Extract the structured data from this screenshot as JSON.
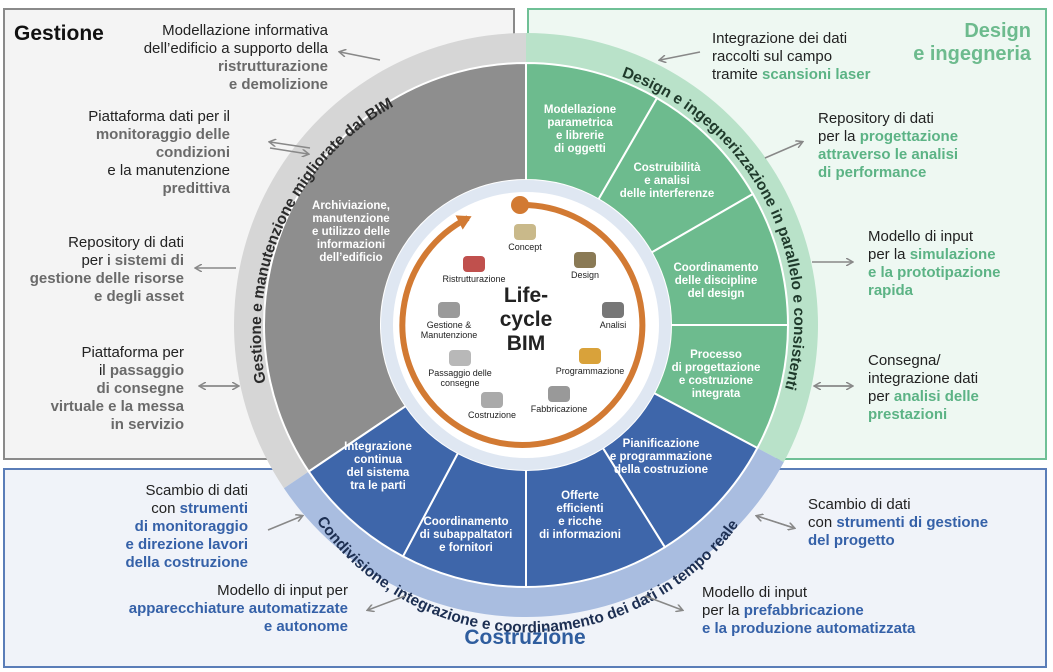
{
  "sections": {
    "gestione": "Gestione",
    "design": [
      "Design",
      "e ingegneria"
    ],
    "costruzione": "Costruzione"
  },
  "ring_labels": {
    "gestione": "Gestione e manutenzione migliorate dal BIM",
    "design": "Design e ingegnerizzazione in parallelo e consistenti",
    "costruzione": "Condivisione, integrazione e coordinamento dei dati in tempo reale"
  },
  "center": [
    "Life-",
    "cycle",
    "BIM"
  ],
  "segments": {
    "gestione": [
      "Archiviazione,",
      "manutenzione",
      "e utilizzo delle",
      "informazioni",
      "dell’edificio"
    ],
    "design_1": [
      "Modellazione",
      "parametrica",
      "e librerie",
      "di oggetti"
    ],
    "design_2": [
      "Costruibilità",
      "e analisi",
      "delle interferenze"
    ],
    "design_3": [
      "Coordinamento",
      "delle discipline",
      "del design"
    ],
    "design_4": [
      "Processo",
      "di progettazione",
      "e costruzione",
      "integrata"
    ],
    "costr_1": [
      "Pianificazione",
      "e programmazione",
      "della costruzione"
    ],
    "costr_2": [
      "Offerte",
      "efficienti",
      "e ricche",
      "di informazioni"
    ],
    "costr_3": [
      "Coordinamento",
      "di subappaltatori",
      "e fornitori"
    ],
    "costr_4": [
      "Integrazione",
      "continua",
      "del sistema",
      "tra le parti"
    ]
  },
  "stages": [
    {
      "label": "Concept",
      "color": "#c9b98a"
    },
    {
      "label": "Design",
      "color": "#8a7a55"
    },
    {
      "label": "Analisi",
      "color": "#777777"
    },
    {
      "label": "Programmazione",
      "color": "#d9a23a"
    },
    {
      "label": "Fabbricazione",
      "color": "#999999"
    },
    {
      "label": "Costruzione",
      "color": "#aaaaaa"
    },
    {
      "label": "Passaggio delle consegne",
      "color": "#b8b8b8"
    },
    {
      "label": "Gestione & Manutenzione",
      "color": "#9a9a9a"
    },
    {
      "label": "Ristrutturazione",
      "color": "#c0504d"
    }
  ],
  "notes": {
    "g1": {
      "plain": [
        "Modellazione informativa",
        "dell’edificio a supporto della"
      ],
      "hl": [
        "ristrutturazione",
        "e demolizione"
      ]
    },
    "g2": {
      "plain": [
        "Piattaforma dati per il"
      ],
      "hl": [
        "monitoraggio delle",
        "condizioni"
      ],
      "plain2": [
        "e la manutenzione"
      ],
      "hl2": [
        "predittiva"
      ]
    },
    "g3": {
      "plain": [
        "Repository di dati",
        "per i"
      ],
      "hl_inline": "sistemi di",
      "hl": [
        "gestione delle risorse",
        "e degli asset"
      ]
    },
    "g4": {
      "plain": [
        "Piattaforma per",
        "il"
      ],
      "hl_inline": "passaggio",
      "hl": [
        "di consegne",
        "virtuale e la messa",
        "in servizio"
      ]
    },
    "d1": {
      "plain": [
        "Integrazione dei dati",
        "raccolti sul campo",
        "tramite"
      ],
      "hl_inline": "scansioni laser"
    },
    "d2": {
      "plain": [
        "Repository di dati",
        "per la"
      ],
      "hl_inline": "progettazione",
      "hl": [
        "attraverso le analisi",
        "di performance"
      ]
    },
    "d3": {
      "plain": [
        "Modello di input",
        "per la"
      ],
      "hl_inline": "simulazione",
      "hl": [
        "e la prototipazione",
        "rapida"
      ]
    },
    "d4": {
      "plain": [
        "Consegna/",
        "integrazione dati",
        "per"
      ],
      "hl_inline": "analisi delle",
      "hl": [
        "prestazioni"
      ]
    },
    "c1": {
      "plain": [
        "Scambio di dati",
        "con"
      ],
      "hl_inline": "strumenti",
      "hl": [
        "di monitoraggio",
        "e direzione lavori",
        "della costruzione"
      ]
    },
    "c2": {
      "plain": [
        "Modello di input per"
      ],
      "hl": [
        "apparecchiature automatizzate",
        "e autonome"
      ]
    },
    "c3": {
      "plain": [
        "Scambio di dati",
        "con"
      ],
      "hl_inline": "strumenti di gestione",
      "hl": [
        "del progetto"
      ]
    },
    "c4": {
      "plain": [
        "Modello di input",
        "per la"
      ],
      "hl_inline": "prefabbricazione",
      "hl": [
        "e la produzione automatizzata"
      ]
    }
  },
  "colors": {
    "gray": "#8e8e8e",
    "green": "#6dbb8e",
    "blue": "#3e66aa",
    "ring_gray": "#d6d6d6",
    "ring_green": "#b9e2c9",
    "ring_blue": "#a9bde0",
    "orange": "#d27a33"
  }
}
